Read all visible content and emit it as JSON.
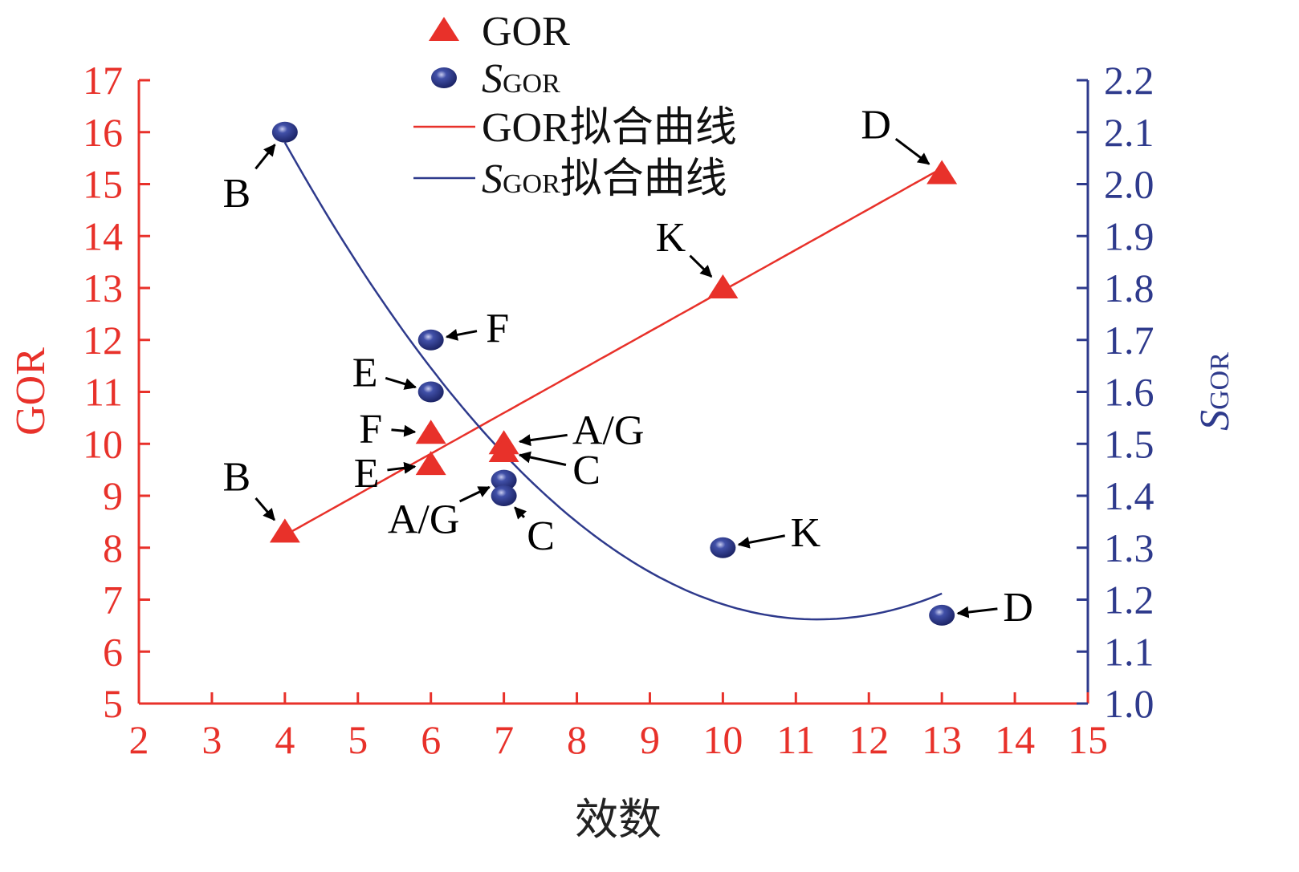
{
  "chart_data": {
    "type": "scatter",
    "xlabel": "效数",
    "ylabel_left": "GOR",
    "ylabel_right": {
      "main": "S",
      "sub": "GOR"
    },
    "xlim": [
      2,
      15
    ],
    "ylim_left": [
      5,
      17
    ],
    "ylim_right": [
      1.0,
      2.2
    ],
    "x_ticks": [
      "2",
      "3",
      "4",
      "5",
      "6",
      "7",
      "8",
      "9",
      "10",
      "11",
      "12",
      "13",
      "14",
      "15"
    ],
    "y_left_ticks": [
      "5",
      "6",
      "7",
      "8",
      "9",
      "10",
      "11",
      "12",
      "13",
      "14",
      "15",
      "16",
      "17"
    ],
    "y_right_ticks": [
      "1.0",
      "1.1",
      "1.2",
      "1.3",
      "1.4",
      "1.5",
      "1.6",
      "1.7",
      "1.8",
      "1.9",
      "2.0",
      "2.1",
      "2.2"
    ],
    "grid": false,
    "colors": {
      "gor": "#e8312a",
      "sgor": "#2e3a8c",
      "axis_left": "#e8312a",
      "axis_right": "#2e3a8c"
    },
    "legend": {
      "placement": "top-center",
      "entries": [
        {
          "label": "GOR",
          "sub": "",
          "suffix": ""
        },
        {
          "label": "S",
          "sub": "GOR",
          "suffix": ""
        },
        {
          "label": "GOR",
          "sub": "",
          "suffix": "拟合曲线"
        },
        {
          "label": "S",
          "sub": "GOR",
          "suffix": "拟合曲线"
        }
      ]
    },
    "series": [
      {
        "name": "GOR",
        "axis": "left",
        "marker": "triangle",
        "points": [
          {
            "x": 4,
            "y": 8.3,
            "label": "B"
          },
          {
            "x": 6,
            "y": 9.6,
            "label": "E"
          },
          {
            "x": 6,
            "y": 10.2,
            "label": "F"
          },
          {
            "x": 7,
            "y": 10.0,
            "label": "A/G"
          },
          {
            "x": 7,
            "y": 9.85,
            "label": "C"
          },
          {
            "x": 10,
            "y": 13.0,
            "label": "K"
          },
          {
            "x": 13,
            "y": 15.2,
            "label": "D"
          }
        ]
      },
      {
        "name": "SGOR",
        "axis": "right",
        "marker": "sphere",
        "points": [
          {
            "x": 4,
            "y": 2.1,
            "label": "B"
          },
          {
            "x": 6,
            "y": 1.7,
            "label": "F"
          },
          {
            "x": 6,
            "y": 1.6,
            "label": "E"
          },
          {
            "x": 7,
            "y": 1.43,
            "label": "A/G"
          },
          {
            "x": 7,
            "y": 1.4,
            "label": "C"
          },
          {
            "x": 10,
            "y": 1.3,
            "label": "K"
          },
          {
            "x": 13,
            "y": 1.17,
            "label": "D"
          }
        ]
      }
    ],
    "fits": [
      {
        "name": "GOR拟合曲线",
        "axis": "left",
        "type": "linear",
        "x_range": [
          4,
          13
        ],
        "slope": 0.785,
        "intercept": 5.1
      },
      {
        "name": "SGOR拟合曲线",
        "axis": "right",
        "type": "quadratic",
        "x_range": [
          4,
          13
        ],
        "a": 0.01723,
        "vertex_x": 11.3,
        "vertex_y": 1.162
      }
    ]
  }
}
